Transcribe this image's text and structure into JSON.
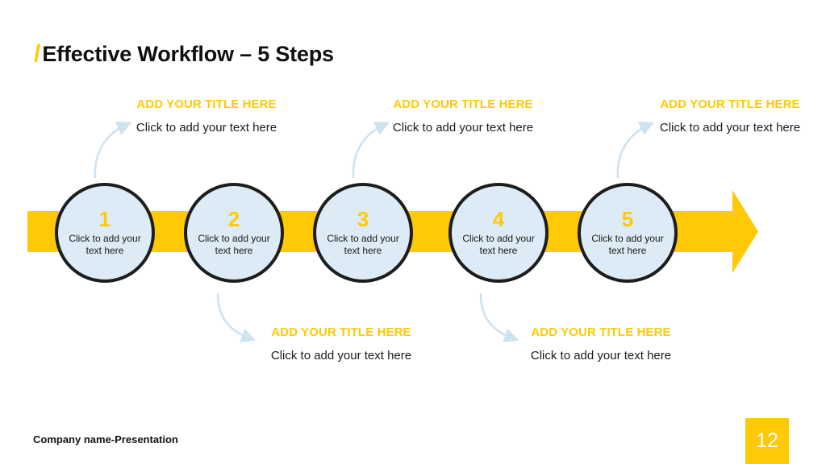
{
  "slide": {
    "title_marker": "/",
    "title": "Effective Workflow – 5 Steps",
    "accent_color": "#ffc905",
    "circle_fill": "#dcebf5",
    "circle_stroke": "#1d1d1b",
    "connector_color": "#cfe2ef"
  },
  "steps": [
    {
      "number": "1",
      "text": "Click to add your text here"
    },
    {
      "number": "2",
      "text": "Click to add your text here"
    },
    {
      "number": "3",
      "text": "Click to add your text here"
    },
    {
      "number": "4",
      "text": "Click to add your text here"
    },
    {
      "number": "5",
      "text": "Click to add your text here"
    }
  ],
  "callouts_top": [
    {
      "title": "ADD YOUR TITLE HERE",
      "body": "Click to add your text here"
    },
    {
      "title": "ADD YOUR TITLE HERE",
      "body": "Click to add your text here"
    },
    {
      "title": "ADD YOUR TITLE HERE",
      "body": "Click to add your text here"
    }
  ],
  "callouts_bottom": [
    {
      "title": "ADD YOUR TITLE HERE",
      "body": "Click to add your text here"
    },
    {
      "title": "ADD YOUR TITLE HERE",
      "body": "Click to add your text here"
    }
  ],
  "footer": {
    "company": "Company name-Presentation",
    "page_number": "12"
  }
}
